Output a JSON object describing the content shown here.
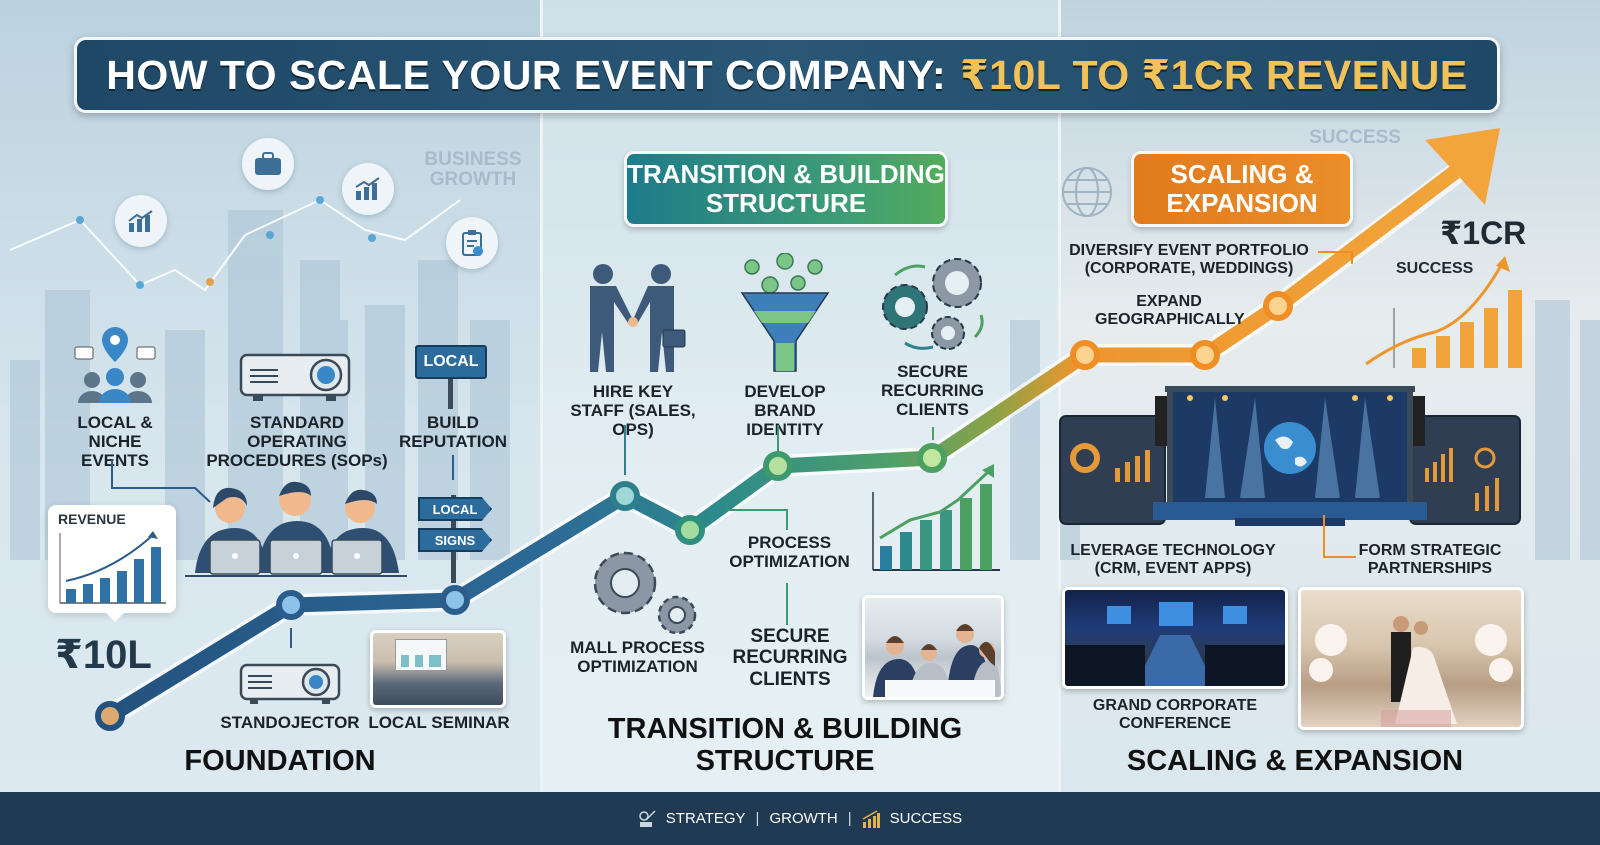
{
  "title": {
    "main": "HOW TO SCALE YOUR EVENT COMPANY:",
    "accent": "₹10L TO ₹1CR REVENUE"
  },
  "colors": {
    "title_bg": "#24506f",
    "title_accent": "#f1c25a",
    "foundation_path": "#2a5d8c",
    "transition_path": "#3a9a86",
    "scaling_path": "#ee962e",
    "footer_bg": "#1f3a52"
  },
  "foundation": {
    "section_title": "FOUNDATION",
    "background_text": "BUSINESS GROWTH",
    "revenue_card_label": "REVENUE",
    "start_value": "₹10L",
    "items": [
      {
        "label": "LOCAL & NICHE EVENTS",
        "icon": "location-people-icon"
      },
      {
        "label": "STANDARD OPERATING PROCEDURES (SOPs)",
        "icon": "projector-icon"
      },
      {
        "label": "BUILD REPUTATION",
        "icon": "local-sign-icon"
      }
    ],
    "sign_text": "LOCAL",
    "signpost": [
      "LOCAL",
      "SIGNS"
    ],
    "bottom_items": [
      {
        "label": "STANDOJECTOR",
        "icon": "projector-icon"
      },
      {
        "label": "LOCAL SEMINAR",
        "icon": "seminar-photo"
      }
    ]
  },
  "transition": {
    "badge": "TRANSITION & BUILDING STRUCTURE",
    "section_title": "TRANSITION & BUILDING STRUCTURE",
    "items": [
      {
        "label": "HIRE KEY STAFF (SALES, OPS)",
        "icon": "handshake-icon"
      },
      {
        "label": "DEVELOP BRAND IDENTITY",
        "icon": "funnel-icon"
      },
      {
        "label": "SECURE RECURRING CLIENTS",
        "icon": "gears-icon"
      }
    ],
    "mid_label": "PROCESS OPTIMIZATION",
    "lower_left": "MALL PROCESS OPTIMIZATION",
    "lower_center": "SECURE RECURRING CLIENTS"
  },
  "scaling": {
    "badge": "SCALING & EXPANSION",
    "section_title": "SCALING & EXPANSION",
    "background_text": "SUCCESS",
    "end_value": "₹1CR",
    "success_label": "SUCCESS",
    "items": [
      {
        "label": "DIVERSIFY EVENT PORTFOLIO (CORPORATE, WEDDINGS)"
      },
      {
        "label": "EXPAND GEOGRAPHICALLY"
      },
      {
        "label": "LEVERAGE TECHNOLOGY (CRM, EVENT APPS)"
      },
      {
        "label": "FORM STRATEGIC PARTNERSHIPS"
      }
    ],
    "photo_conference": "GRAND CORPORATE CONFERENCE"
  },
  "footer": {
    "items": [
      "STRATEGY",
      "GROWTH",
      "SUCCESS"
    ],
    "separator": "|"
  }
}
